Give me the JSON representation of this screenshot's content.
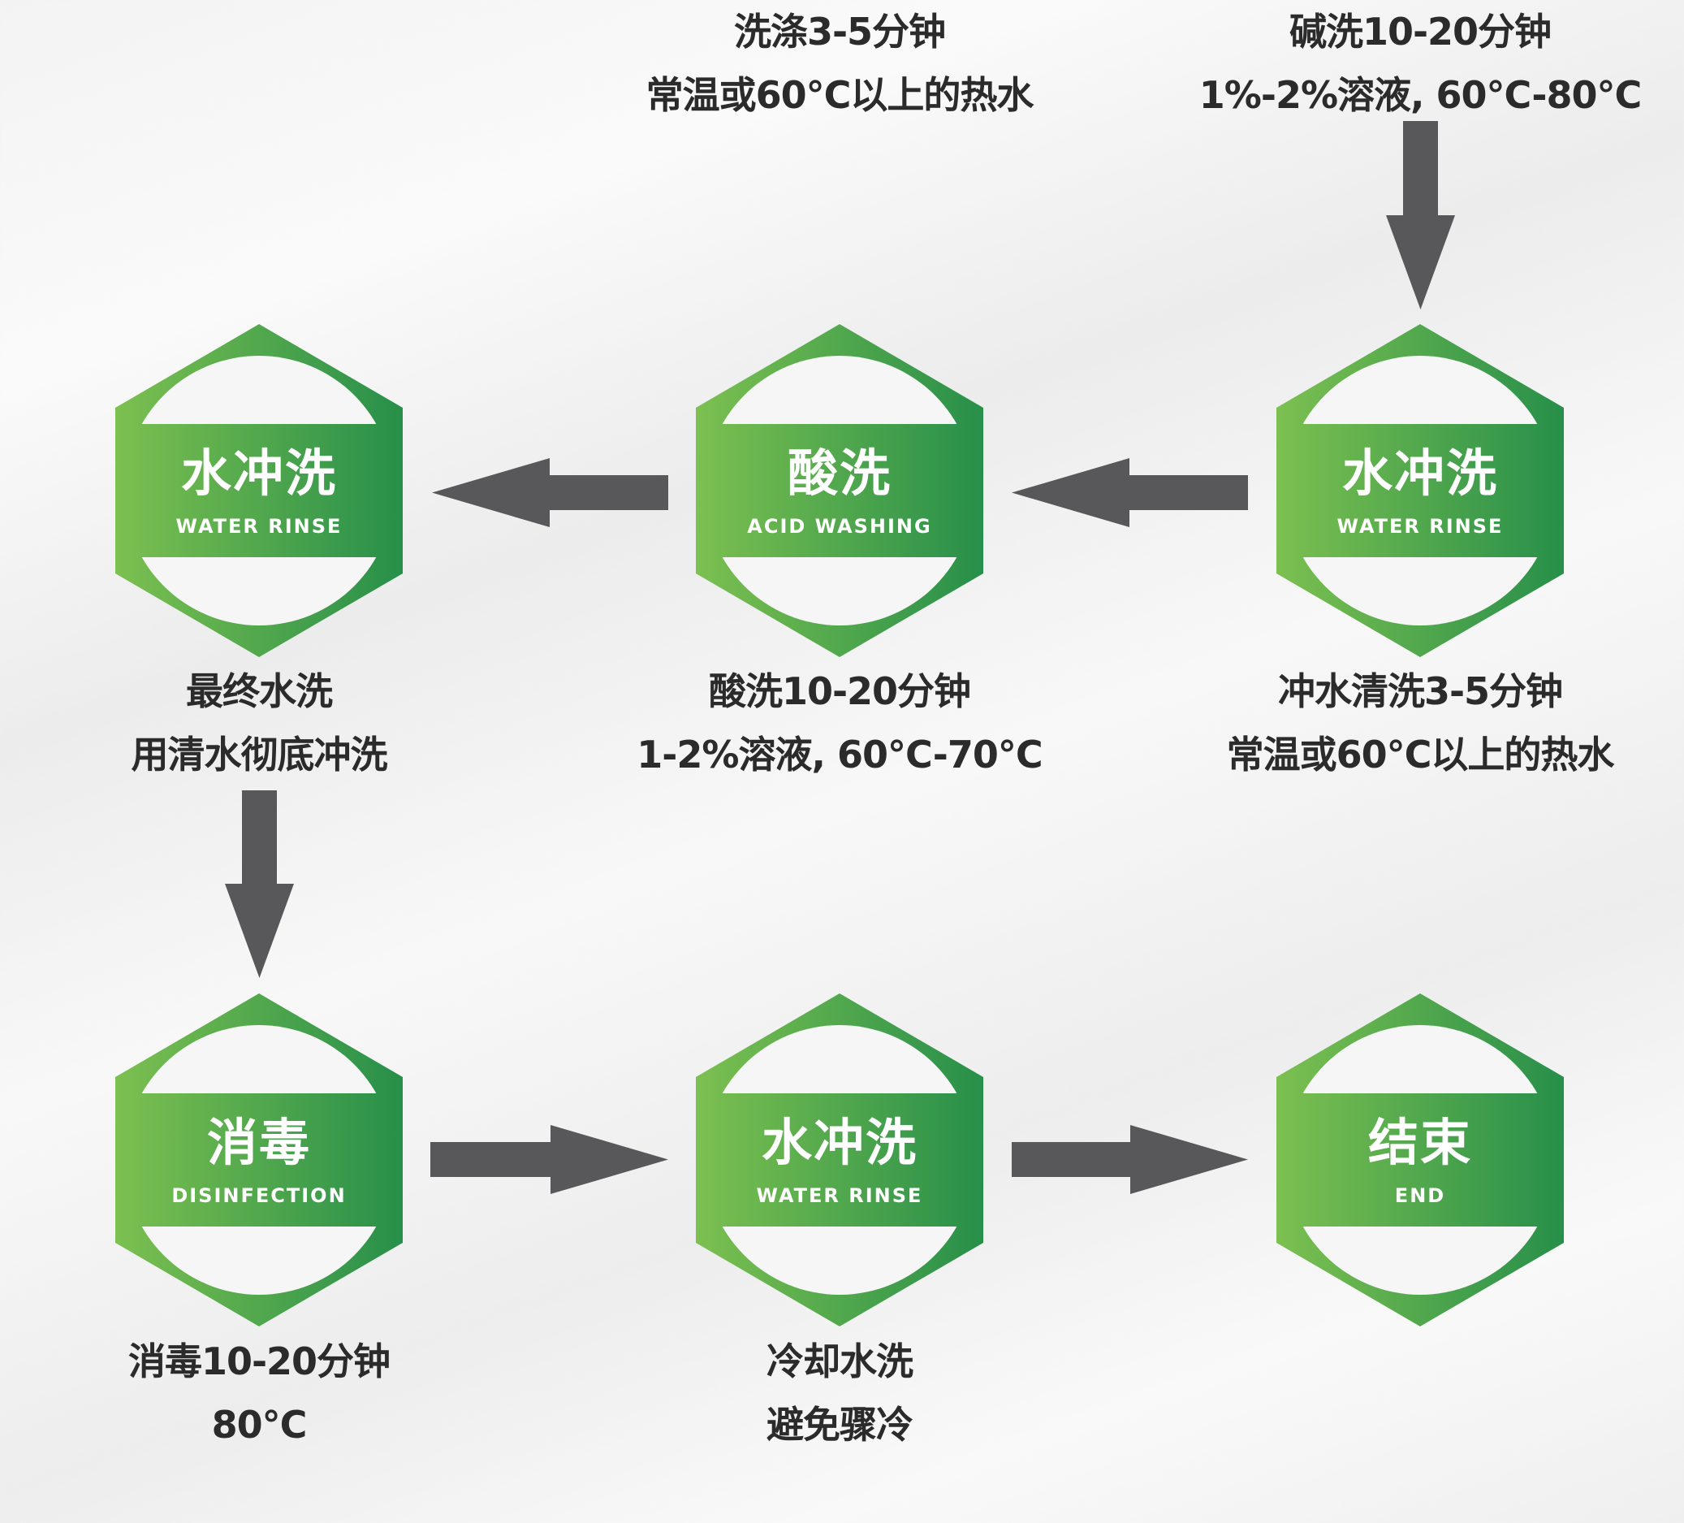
{
  "colors": {
    "green_light": "#7cc050",
    "green_dark": "#278f4a",
    "arrow": "#58585a",
    "text": "#2b2b2b"
  },
  "steps": [
    {
      "id": "alkali-wash",
      "caption": [
        "碱洗10-20分钟",
        "1%-2%溶液, 60°C-80°C"
      ]
    },
    {
      "id": "wash",
      "caption": [
        "洗涤3-5分钟",
        "常温或60°C以上的热水"
      ]
    },
    {
      "id": "water-rinse-1",
      "title": "水冲洗",
      "subtitle": "WATER RINSE",
      "caption": [
        "冲水清洗3-5分钟",
        "常温或60°C以上的热水"
      ]
    },
    {
      "id": "acid-washing",
      "title": "酸洗",
      "subtitle": "ACID WASHING",
      "caption": [
        "酸洗10-20分钟",
        "1-2%溶液, 60°C-70°C"
      ]
    },
    {
      "id": "water-rinse-2",
      "title": "水冲洗",
      "subtitle": "WATER RINSE",
      "caption": [
        "最终水洗",
        "用清水彻底冲洗"
      ]
    },
    {
      "id": "disinfection",
      "title": "消毒",
      "subtitle": "DISINFECTION",
      "caption": [
        "消毒10-20分钟",
        "80°C"
      ]
    },
    {
      "id": "water-rinse-3",
      "title": "水冲洗",
      "subtitle": "WATER RINSE",
      "caption": [
        "冷却水洗",
        "避免骤冷"
      ]
    },
    {
      "id": "end",
      "title": "结束",
      "subtitle": "END"
    }
  ]
}
